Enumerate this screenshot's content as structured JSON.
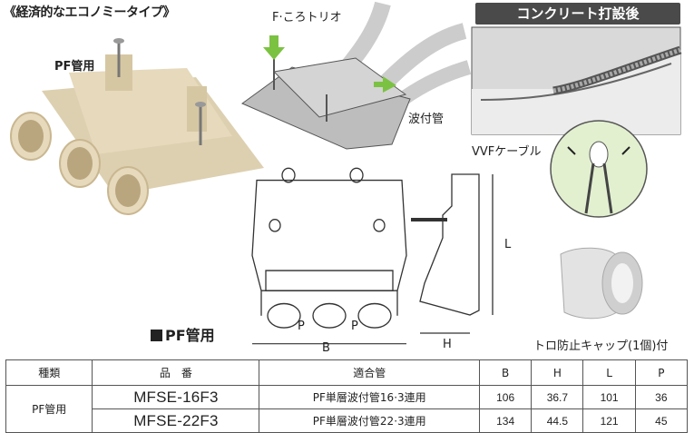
{
  "tagline": "《経済的なエコノミータイプ》",
  "photo": {
    "label": "PF管用"
  },
  "install": {
    "callout_roller": "F·ころトリオ",
    "callout_pipe": "波付管"
  },
  "concrete": {
    "banner": "コンクリート打設後",
    "cable_label": "VVFケーブル"
  },
  "cap": {
    "label": "トロ防止キャップ(1個)付"
  },
  "drawing": {
    "section_title": "PF管用",
    "dim_p1": "P",
    "dim_p2": "P",
    "dim_b": "B",
    "dim_h": "H",
    "dim_l": "L"
  },
  "colors": {
    "ivory": "#e6d9bc",
    "ivory_shadow": "#c9b790",
    "gray_box": "#b9b9b9",
    "banner_bg": "#4a4a4a",
    "photo_bg": "#d9d9d9"
  },
  "table": {
    "headers": [
      "種類",
      "品　番",
      "適合管",
      "B",
      "H",
      "L",
      "P"
    ],
    "group_label": "PF管用",
    "rows": [
      {
        "part": "MFSE-16F3",
        "pipe": "PF単層波付管16·3連用",
        "B": "106",
        "H": "36.7",
        "L": "101",
        "P": "36"
      },
      {
        "part": "MFSE-22F3",
        "pipe": "PF単層波付管22·3連用",
        "B": "134",
        "H": "44.5",
        "L": "121",
        "P": "45"
      }
    ]
  }
}
